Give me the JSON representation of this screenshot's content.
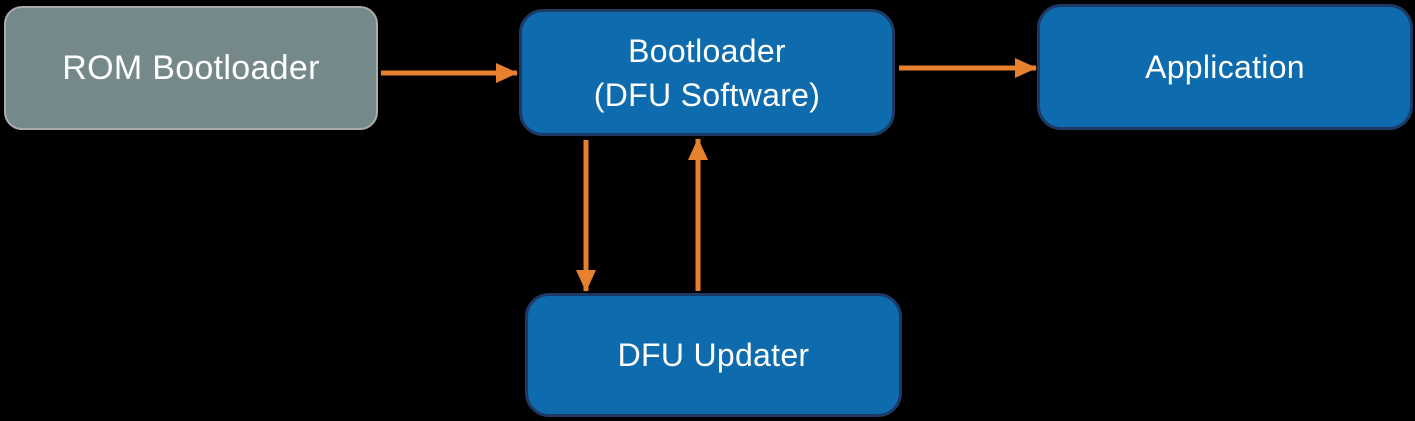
{
  "diagram": {
    "type": "flow",
    "nodes": [
      {
        "id": "rom-bootloader",
        "label": "ROM Bootloader",
        "style": "gray"
      },
      {
        "id": "bootloader",
        "label": "Bootloader\n(DFU Software)",
        "style": "blue"
      },
      {
        "id": "application",
        "label": "Application",
        "style": "blue"
      },
      {
        "id": "dfu-updater",
        "label": "DFU Updater",
        "style": "blue"
      }
    ],
    "edges": [
      {
        "from": "rom-bootloader",
        "to": "bootloader",
        "direction": "right"
      },
      {
        "from": "bootloader",
        "to": "application",
        "direction": "right"
      },
      {
        "from": "bootloader",
        "to": "dfu-updater",
        "direction": "down"
      },
      {
        "from": "dfu-updater",
        "to": "bootloader",
        "direction": "up"
      }
    ]
  },
  "colors": {
    "background": "#000000",
    "blue_box_fill": "#0E6BAD",
    "blue_box_border": "#1D3A66",
    "gray_box_fill": "#75898B",
    "gray_box_border": "#A8ACAC",
    "arrow": "#E8812D",
    "text": "#FFFFFF"
  }
}
